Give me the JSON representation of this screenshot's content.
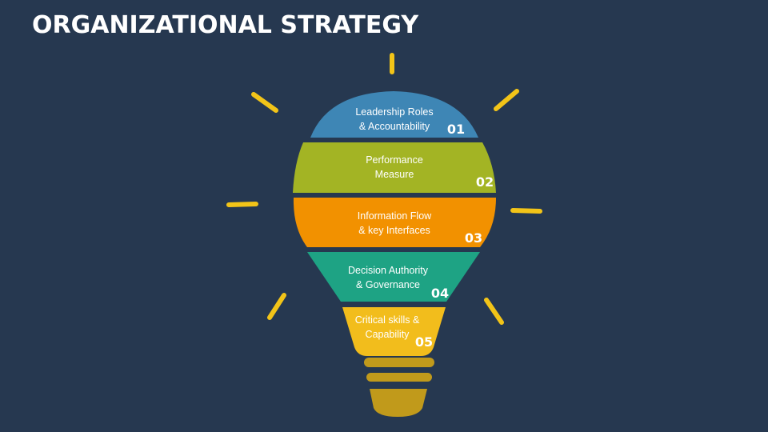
{
  "title": "ORGANIZATIONAL STRATEGY",
  "colors": {
    "background": "#263850",
    "ray": "#f2c418",
    "seg1": "#3e86b5",
    "seg2": "#a3b424",
    "seg3": "#f29100",
    "seg4": "#1ea384",
    "seg5": "#f2bd1c",
    "base": "#c19a1b"
  },
  "segments": [
    {
      "number": "01",
      "line1": "Leadership Roles",
      "line2": "& Accountability"
    },
    {
      "number": "02",
      "line1": "Performance",
      "line2": "Measure"
    },
    {
      "number": "03",
      "line1": "Information Flow",
      "line2": "& key Interfaces"
    },
    {
      "number": "04",
      "line1": "Decision Authority",
      "line2": "& Governance"
    },
    {
      "number": "05",
      "line1": "Critical skills &",
      "line2": "Capability"
    }
  ]
}
